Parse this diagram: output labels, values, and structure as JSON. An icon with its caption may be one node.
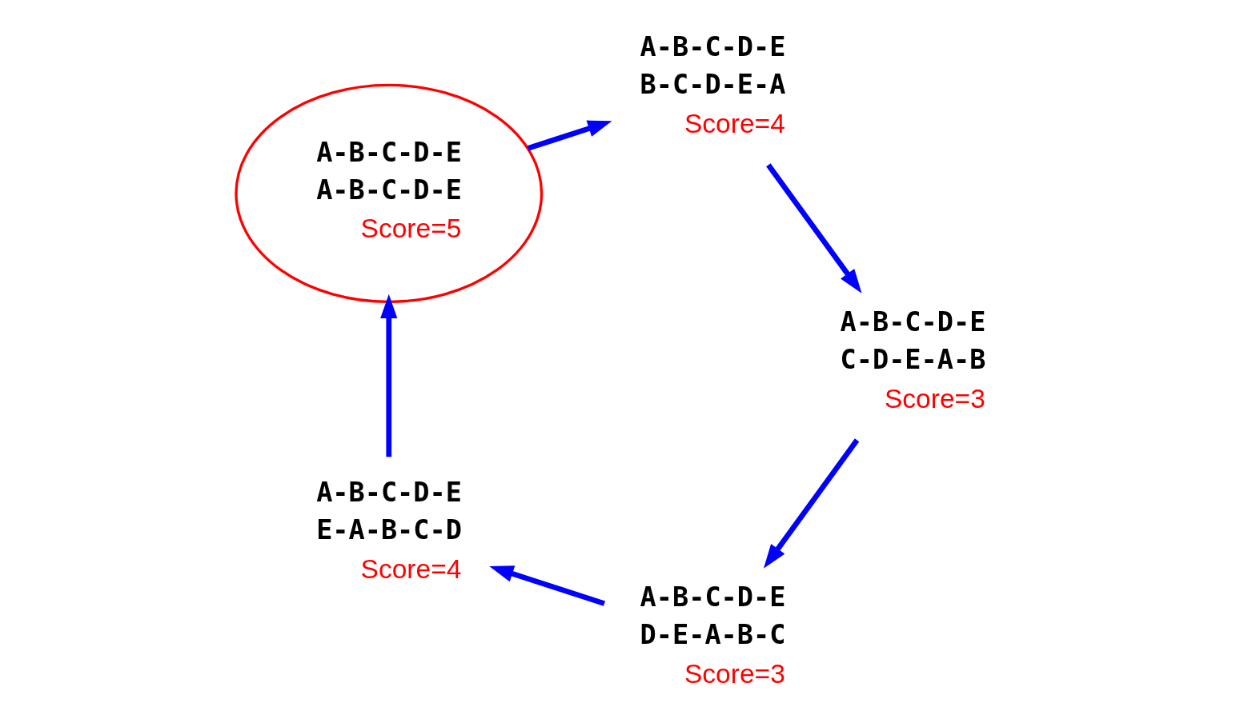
{
  "diagram": {
    "nodes": [
      {
        "text": [
          "A-B-C-D-E",
          "D-E-A-B-C"
        ],
        "beside": [
          "Score=3"
        ]
      },
      {
        "text": [
          "A-B-C-D-E",
          "E-A-B-C-D"
        ],
        "beside": [
          "Score=4"
        ]
      },
      {
        "text": [
          "A-B-C-D-E",
          "A-B-C-D-E",
          "Score=5"
        ]
      },
      {
        "text": [
          "A-B-C-D-E",
          "B-C-D-E-A"
        ],
        "beside": [
          "Score=4"
        ]
      },
      {
        "text": [
          "A-B-C-D-E",
          "C-D-E-A-B"
        ],
        "beside": [
          "Score=3"
        ]
      }
    ],
    "edges": [
      {
        "from": 0,
        "to": 1,
        "arrow": "to"
      },
      {
        "from": 1,
        "to": 2,
        "arrow": "to"
      },
      {
        "from": 2,
        "to": 3,
        "arrow": "to"
      },
      {
        "from": 3,
        "to": 4,
        "arrow": "to"
      },
      {
        "from": 4,
        "to": 0,
        "arrow": "to"
      }
    ]
  }
}
